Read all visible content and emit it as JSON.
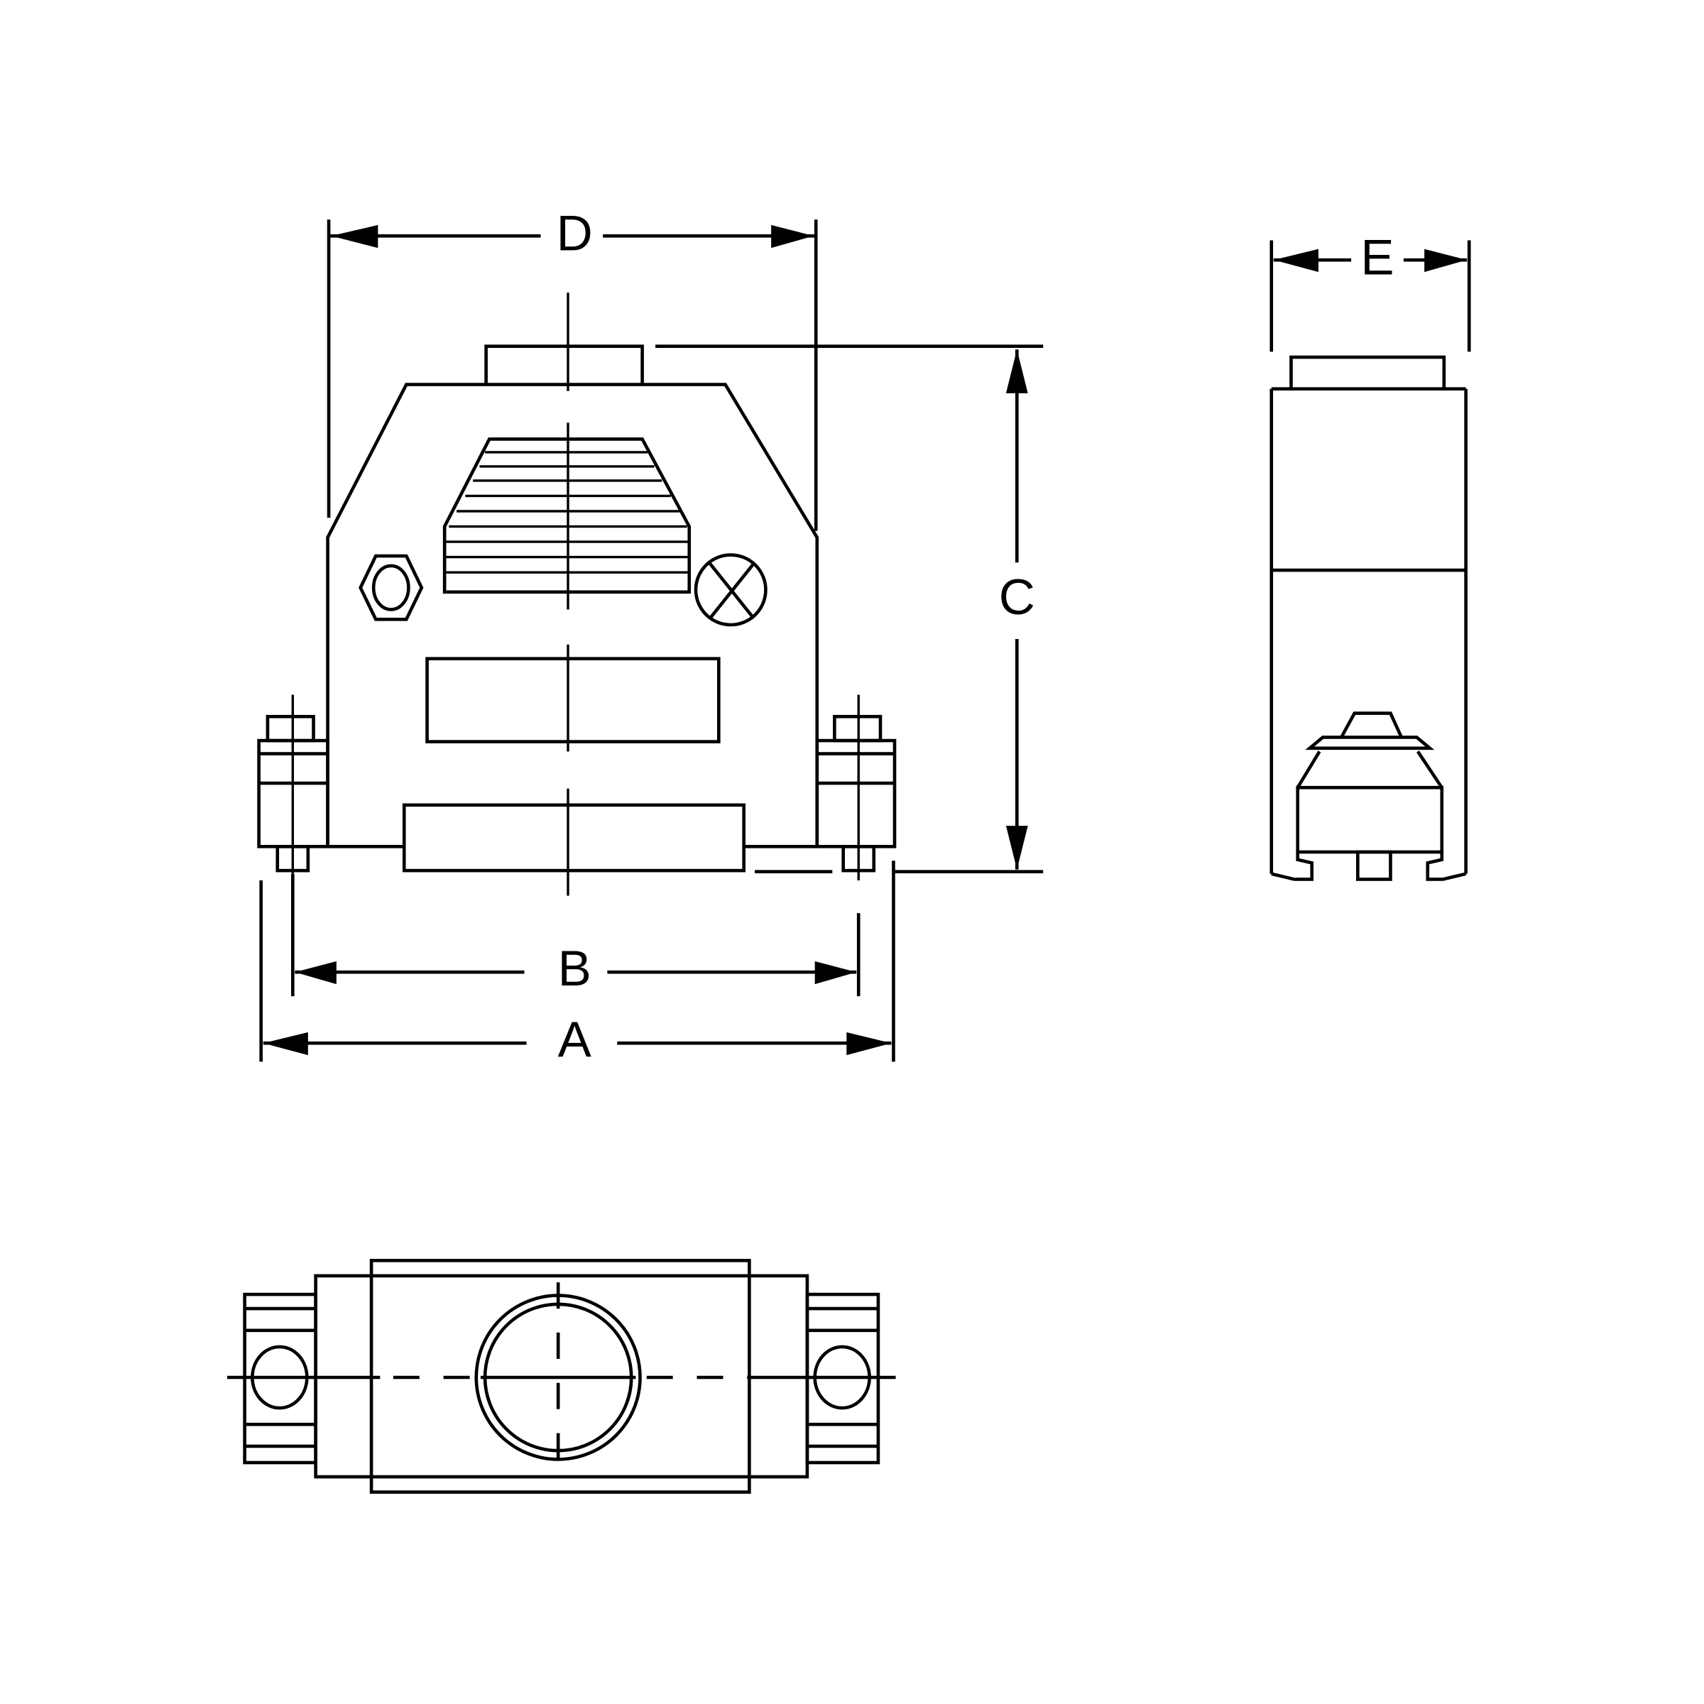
{
  "drawing": {
    "subject": "D-sub connector backshell hood",
    "views": [
      "front-view",
      "side-view",
      "bottom-view"
    ],
    "dimension_labels": {
      "A": "A",
      "B": "B",
      "C": "C",
      "D": "D",
      "E": "E"
    },
    "colors": {
      "line": "#000000",
      "background": "#ffffff"
    }
  }
}
